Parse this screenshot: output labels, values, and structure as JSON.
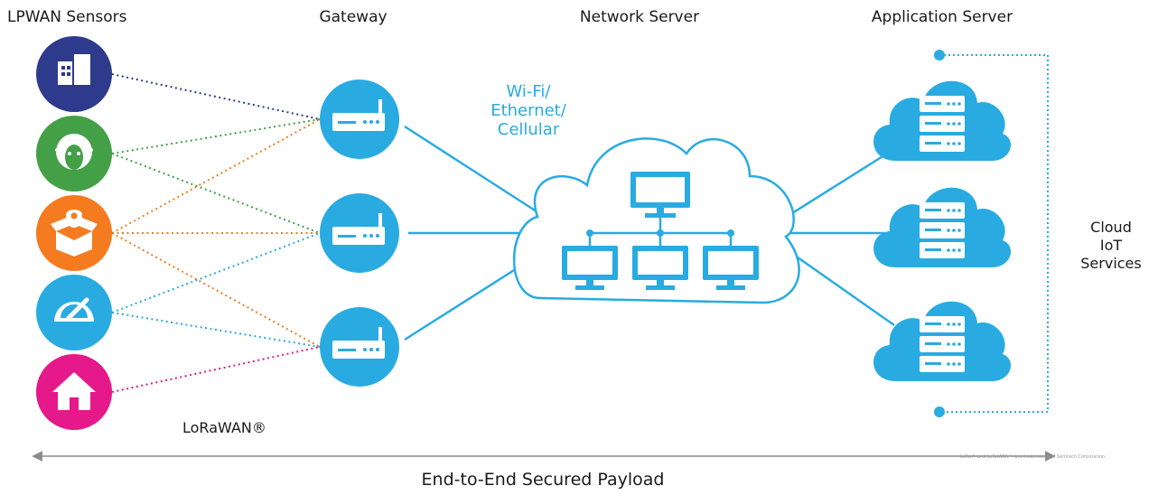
{
  "headers": {
    "sensors": "LPWAN Sensors",
    "gateway": "Gateway",
    "network_server": "Network Server",
    "application_server": "Application Server"
  },
  "backhaul_label": [
    "Wi-Fi/",
    "Ethernet/",
    "Cellular"
  ],
  "cloud_iot_label": [
    "Cloud IoT",
    "Services"
  ],
  "lorawan_label": "LoRaWAN®",
  "payload_label": "End-to-End Secured Payload",
  "trademark": "LoRa® and LoRaWAN™ are trademarks of Semtech Corporation.",
  "sensors": [
    {
      "icon": "building-icon",
      "color": "#2e3a8c"
    },
    {
      "icon": "sheep-icon",
      "color": "#43a047"
    },
    {
      "icon": "package-location-icon",
      "color": "#f47b20"
    },
    {
      "icon": "gauge-icon",
      "color": "#29abe2"
    },
    {
      "icon": "home-icon",
      "color": "#e5198a"
    }
  ],
  "colors": {
    "accent": "#29abe2",
    "line": "#29abe2",
    "arrow": "#8c8c8c"
  }
}
